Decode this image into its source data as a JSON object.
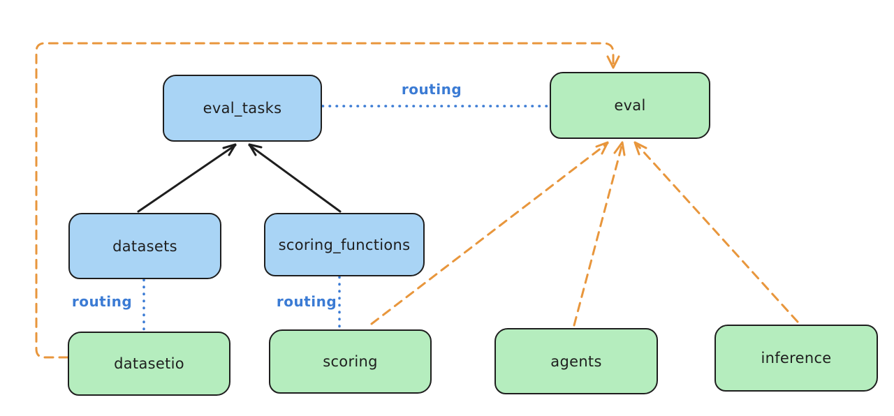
{
  "diagram": {
    "background": "#ffffff",
    "colors": {
      "blue_fill": "#a9d4f5",
      "green_fill": "#b5edbe",
      "stroke": "#1e1e1e",
      "orange_edge": "#e8963c",
      "blue_edge": "#3b7bd4"
    },
    "nodes": [
      {
        "id": "eval_tasks",
        "label": "eval_tasks",
        "fill": "blue"
      },
      {
        "id": "eval",
        "label": "eval",
        "fill": "green"
      },
      {
        "id": "datasets",
        "label": "datasets",
        "fill": "blue"
      },
      {
        "id": "scoring_functions",
        "label": "scoring_functions",
        "fill": "blue"
      },
      {
        "id": "datasetio",
        "label": "datasetio",
        "fill": "green"
      },
      {
        "id": "scoring",
        "label": "scoring",
        "fill": "green"
      },
      {
        "id": "agents",
        "label": "agents",
        "fill": "green"
      },
      {
        "id": "inference",
        "label": "inference",
        "fill": "green"
      }
    ],
    "edges": [
      {
        "from": "datasets",
        "to": "eval_tasks",
        "style": "solid",
        "color": "black",
        "arrow": true
      },
      {
        "from": "scoring_functions",
        "to": "eval_tasks",
        "style": "solid",
        "color": "black",
        "arrow": true
      },
      {
        "from": "eval_tasks",
        "to": "eval",
        "style": "dotted",
        "color": "blue",
        "arrow": false,
        "label": "routing"
      },
      {
        "from": "datasets",
        "to": "datasetio",
        "style": "dotted",
        "color": "blue",
        "arrow": false,
        "label": "routing"
      },
      {
        "from": "scoring_functions",
        "to": "scoring",
        "style": "dotted",
        "color": "blue",
        "arrow": false,
        "label": "routing"
      },
      {
        "from": "datasetio",
        "to": "eval",
        "style": "dashed",
        "color": "orange",
        "arrow": true,
        "route": "elbow-left-top"
      },
      {
        "from": "scoring",
        "to": "eval",
        "style": "dashed",
        "color": "orange",
        "arrow": true
      },
      {
        "from": "agents",
        "to": "eval",
        "style": "dashed",
        "color": "orange",
        "arrow": true
      },
      {
        "from": "inference",
        "to": "eval",
        "style": "dashed",
        "color": "orange",
        "arrow": true
      }
    ]
  }
}
